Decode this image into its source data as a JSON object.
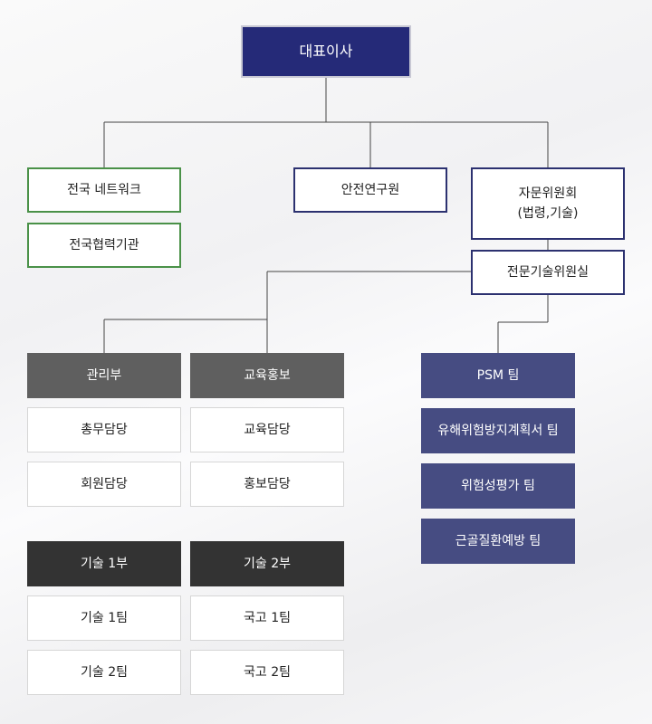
{
  "ceo": "대표이사",
  "branches": {
    "national_network": "전국 네트워크",
    "national_partners": "전국협력기관",
    "safety_institute": "안전연구원",
    "advisory_committee": "자문위원회\n(법령,기술)",
    "expert_committee": "전문기술위원실"
  },
  "departments": {
    "management": {
      "title": "관리부",
      "teams": [
        "총무담당",
        "회원담당"
      ]
    },
    "education": {
      "title": "교육홍보",
      "teams": [
        "교육담당",
        "홍보담당"
      ]
    },
    "tech1": {
      "title": "기술 1부",
      "teams": [
        "기술 1팀",
        "기술 2팀"
      ]
    },
    "tech2": {
      "title": "기술 2부",
      "teams": [
        "국고 1팀",
        "국고 2팀"
      ]
    }
  },
  "expert_teams": [
    "PSM 팀",
    "유해위험방지계획서 팀",
    "위험성평가 팀",
    "근골질환예방 팀"
  ],
  "colors": {
    "ceo_fill": "#252a78",
    "green_border": "#4a9148",
    "navy_border": "#2c3170",
    "dept_gray": "#5f5f5f",
    "dept_dark": "#333333",
    "team_purple": "#464c82",
    "connector": "#444444"
  }
}
